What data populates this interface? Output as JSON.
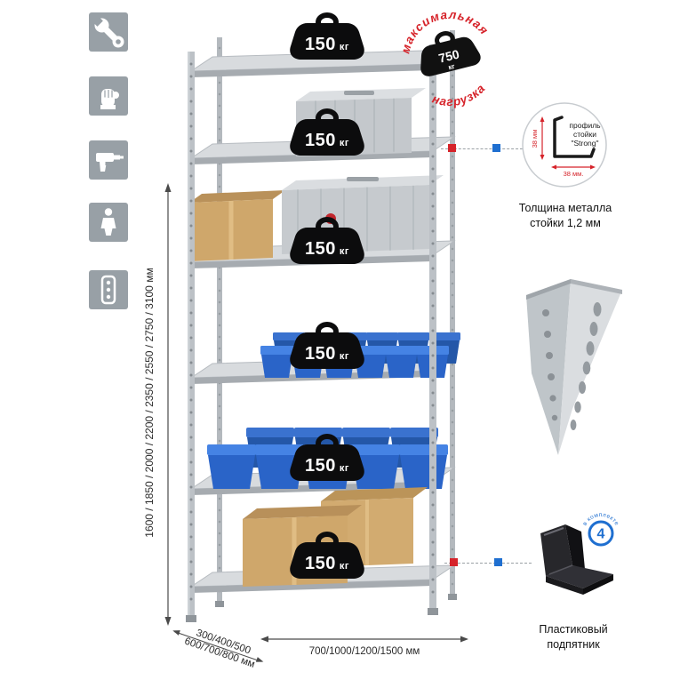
{
  "colors": {
    "accent_red": "#d6232a",
    "accent_blue": "#1f6fd0",
    "steel": "#bcc1c6",
    "bin_blue": "#2a64c8",
    "cardboard": "#cfa76b"
  },
  "weights": {
    "value": "150",
    "unit": "кг"
  },
  "stamp": {
    "arc_top": "максимальная",
    "arc_bottom": "нагрузка",
    "value": "750",
    "unit": "кг"
  },
  "dimensions": {
    "height_label": "1600 / 1850 / 2000 / 2200 / 2350 / 2550 / 2750 / 3100 мм",
    "depth_line1": "300/400/500",
    "depth_line2": "600/700/800 мм",
    "width_label": "700/1000/1200/1500 мм"
  },
  "profile_callout": {
    "line1": "профиль",
    "line2": "стойки",
    "line3": "\"Strong\"",
    "dim_vertical": "38 мм",
    "dim_horizontal": "38 мм.",
    "caption_line1": "Толщина металла",
    "caption_line2": "стойки 1,2 мм"
  },
  "foot_callout": {
    "badge_value": "4",
    "badge_text": "в комплекте",
    "caption_line1": "Пластиковый",
    "caption_line2": "подпятник"
  },
  "sidebar_icons": [
    "wrench",
    "gloves",
    "drill",
    "person",
    "fasteners"
  ]
}
